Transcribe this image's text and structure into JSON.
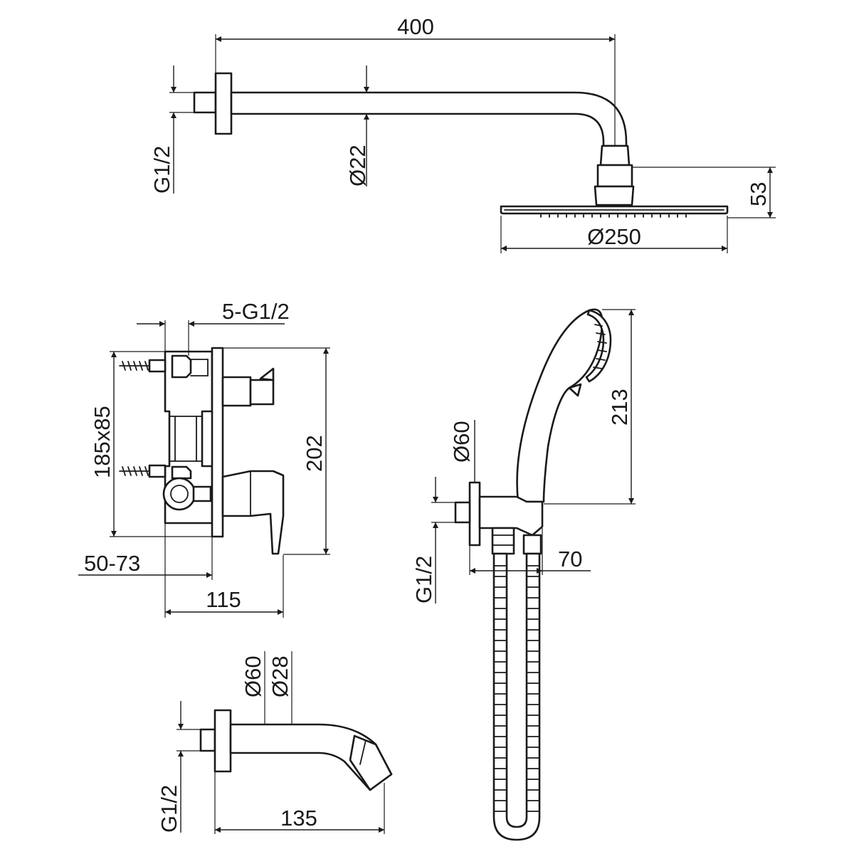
{
  "dimensions": {
    "shower_arm_length": "400",
    "shower_arm_diameter": "Ø22",
    "shower_arm_thread": "G1/2",
    "head_height": "53",
    "head_diameter": "Ø250",
    "mixer_outlets": "5-G1/2",
    "mixer_body_size": "185x85",
    "mixer_height": "202",
    "mixer_depth_range": "50-73",
    "mixer_depth_total": "115",
    "handshower_length": "213",
    "holder_flange_diameter": "Ø60",
    "holder_thread": "G1/2",
    "holder_projection": "70",
    "spout_flange_diameter": "Ø60",
    "spout_pipe_diameter": "Ø28",
    "spout_thread": "G1/2",
    "spout_length": "135"
  }
}
